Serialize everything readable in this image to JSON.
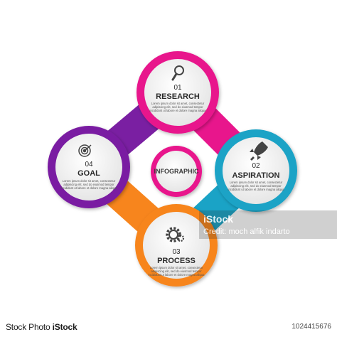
{
  "infographic": {
    "center_label": "INFOGRAPHIC",
    "body_text": [
      "Lorem ipsum dolor sit amet, consectetur",
      "adipiscing elit, sed do eiusmod tempor",
      "incididunt ut labore et dolore magna aliqua"
    ],
    "nodes": [
      {
        "number": "01",
        "title": "RESEARCH",
        "icon": "magnifier-icon",
        "color": "#e8168c"
      },
      {
        "number": "02",
        "title": "ASPIRATION",
        "icon": "rocket-icon",
        "color": "#1aa3c6"
      },
      {
        "number": "03",
        "title": "PROCESS",
        "icon": "gear-icon",
        "color": "#f7851d"
      },
      {
        "number": "04",
        "title": "GOAL",
        "icon": "target-icon",
        "color": "#7a1fa2"
      }
    ]
  },
  "watermark": {
    "brand": "iStock",
    "credit": "Credit: moch alfik indarto"
  },
  "footer": {
    "brand_prefix": "Stock Photo ",
    "brand_bold": "iStock",
    "image_id": "1024415676"
  }
}
